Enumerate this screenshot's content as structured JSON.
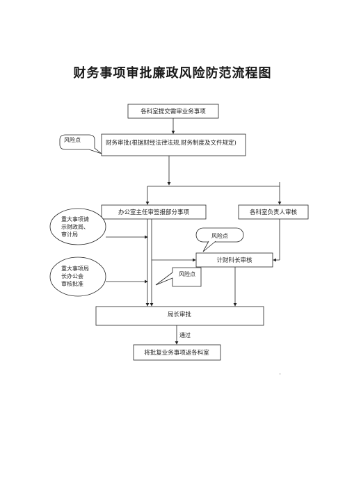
{
  "title": "财务事项审批廉政风险防范流程图",
  "nodes": {
    "submit": "各科室提交需审业务事项",
    "finance_review": "财务审批(根据财经法律法规,财务制度及文件规定)",
    "office_director": "办公室主任审签报部分事项",
    "dept_head": "各科室负责人审核",
    "accountant": "计财科长审核",
    "director": "局长审批",
    "return": "将批复业务事项返各科室"
  },
  "risk_points": {
    "r1": "风险点",
    "r2": "风险点",
    "r3": "风险点"
  },
  "notes": {
    "major1": [
      "重大事项请",
      "示财政局、",
      "审计局"
    ],
    "major2": [
      "重大事项局",
      "长办公会",
      "审核批准"
    ]
  },
  "edge_labels": {
    "pass": "通过"
  },
  "footer_mark": "'"
}
